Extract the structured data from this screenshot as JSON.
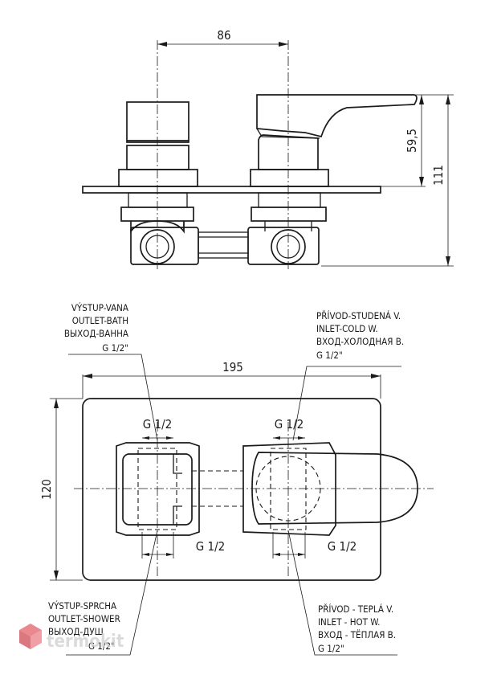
{
  "top_view": {
    "dim_width": "86",
    "dim_handle_height": "59,5",
    "dim_total_height": "111"
  },
  "front_view": {
    "dim_width": "195",
    "dim_height": "120",
    "thread_left_top": "G 1/2",
    "thread_right_top": "G 1/2",
    "thread_left_bottom": "G 1/2",
    "thread_right_bottom": "G 1/2"
  },
  "callouts": {
    "outlet_bath": [
      "VÝSTUP-VANA",
      "OUTLET-BATH",
      "ВЫХОД-ВАННА",
      "G 1/2\""
    ],
    "inlet_cold": [
      "PŘÍVOD-STUDENÁ V.",
      "INLET-COLD W.",
      "ВХОД-ХОЛОДНАЯ В.",
      "G 1/2\""
    ],
    "outlet_shower": [
      "VÝSTUP-SPRCHA",
      "OUTLET-SHOWER",
      "ВЫХОД-ДУШ",
      "G 1/2\""
    ],
    "inlet_hot": [
      "PŘÍVOD - TEPLÁ V.",
      "INLET - HOT W.",
      "ВХОД - ТЁПЛАЯ В.",
      "G 1/2\""
    ]
  },
  "watermark": "termokit",
  "colors": {
    "line": "#1a1a1a",
    "watermark_red": "#e4606a",
    "watermark_gray": "#cfcfcf"
  }
}
